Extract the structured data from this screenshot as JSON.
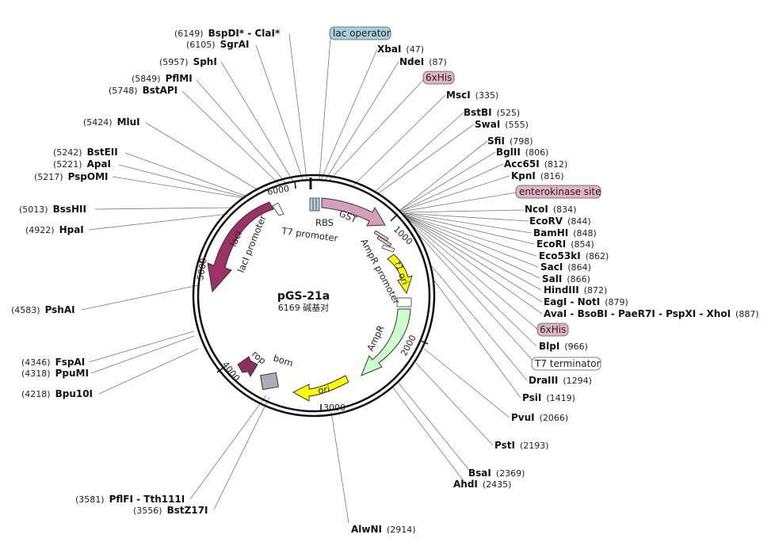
{
  "plasmid": {
    "name": "pGS-21a",
    "size_label": "6169 碱基对"
  },
  "ring_ticks": [
    "1000",
    "2000",
    "3000",
    "4000",
    "5000",
    "6000"
  ],
  "feature_tags": [
    "lac operator",
    "6xHis",
    "enterokinase site",
    "6xHis",
    "T7 terminator"
  ],
  "features": [
    "GST",
    "RBS",
    "T7 promoter",
    "lacI promoter",
    "lacI",
    "AmpR promoter",
    "f1 ori",
    "AmpR",
    "ori",
    "bom",
    "rop"
  ],
  "sites": [
    {
      "name": "BspDI* - ClaI*",
      "pos": "(6149)"
    },
    {
      "name": "SgrAI",
      "pos": "(6105)"
    },
    {
      "name": "SphI",
      "pos": "(5957)"
    },
    {
      "name": "PflMI",
      "pos": "(5849)"
    },
    {
      "name": "BstAPI",
      "pos": "(5748)"
    },
    {
      "name": "MluI",
      "pos": "(5424)"
    },
    {
      "name": "BstEII",
      "pos": "(5242)"
    },
    {
      "name": "ApaI",
      "pos": "(5221)"
    },
    {
      "name": "PspOMI",
      "pos": "(5217)"
    },
    {
      "name": "BssHII",
      "pos": "(5013)"
    },
    {
      "name": "HpaI",
      "pos": "(4922)"
    },
    {
      "name": "PshAI",
      "pos": "(4583)"
    },
    {
      "name": "FspAI",
      "pos": "(4346)"
    },
    {
      "name": "PpuMI",
      "pos": "(4318)"
    },
    {
      "name": "Bpu10I",
      "pos": "(4218)"
    },
    {
      "name": "PflFI - Tth111I",
      "pos": "(3581)"
    },
    {
      "name": "BstZ17I",
      "pos": "(3556)"
    },
    {
      "name": "AlwNI",
      "pos": "(2914)"
    },
    {
      "name": "XbaI",
      "pos": "(47)"
    },
    {
      "name": "NdeI",
      "pos": "(87)"
    },
    {
      "name": "MscI",
      "pos": "(335)"
    },
    {
      "name": "BstBI",
      "pos": "(525)"
    },
    {
      "name": "SwaI",
      "pos": "(555)"
    },
    {
      "name": "SfiI",
      "pos": "(798)"
    },
    {
      "name": "BglII",
      "pos": "(806)"
    },
    {
      "name": "Acc65I",
      "pos": "(812)"
    },
    {
      "name": "KpnI",
      "pos": "(816)"
    },
    {
      "name": "NcoI",
      "pos": "(834)"
    },
    {
      "name": "EcoRV",
      "pos": "(844)"
    },
    {
      "name": "BamHI",
      "pos": "(848)"
    },
    {
      "name": "EcoRI",
      "pos": "(854)"
    },
    {
      "name": "Eco53kI",
      "pos": "(862)"
    },
    {
      "name": "SacI",
      "pos": "(864)"
    },
    {
      "name": "SalI",
      "pos": "(866)"
    },
    {
      "name": "HindIII",
      "pos": "(872)"
    },
    {
      "name": "EagI - NotI",
      "pos": "(879)"
    },
    {
      "name": "AvaI - BsoBI - PaeR7I - PspXI - XhoI",
      "pos": "(887)"
    },
    {
      "name": "BlpI",
      "pos": "(966)"
    },
    {
      "name": "DraIII",
      "pos": "(1294)"
    },
    {
      "name": "PsiI",
      "pos": "(1419)"
    },
    {
      "name": "PvuI",
      "pos": "(2066)"
    },
    {
      "name": "PstI",
      "pos": "(2193)"
    },
    {
      "name": "BsaI",
      "pos": "(2369)"
    },
    {
      "name": "AhdI",
      "pos": "(2435)"
    }
  ]
}
